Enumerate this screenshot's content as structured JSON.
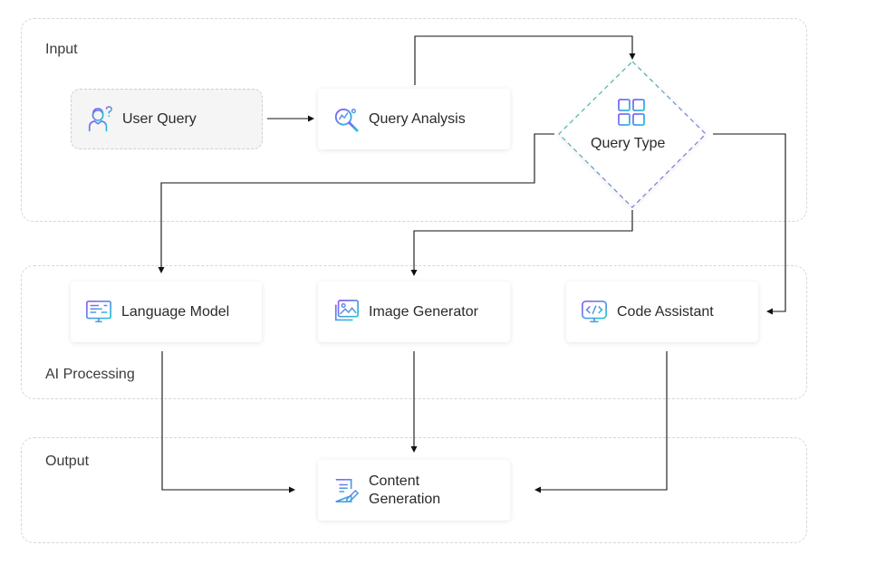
{
  "groups": {
    "input": "Input",
    "processing": "AI Processing",
    "output": "Output"
  },
  "nodes": {
    "user_query": "User Query",
    "query_analysis": "Query Analysis",
    "query_type": "Query Type",
    "language_model": "Language Model",
    "image_generator": "Image Generator",
    "code_assistant": "Code Assistant",
    "content_generation_line1": "Content",
    "content_generation_line2": "Generation"
  },
  "icons": {
    "user_query": "user-question-icon",
    "query_analysis": "magnifier-analysis-icon",
    "query_type": "grid-icon",
    "language_model": "monitor-text-icon",
    "image_generator": "image-stack-icon",
    "code_assistant": "code-monitor-icon",
    "content_generation": "document-pen-icon"
  },
  "colors": {
    "icon_gradient_start": "#8b5cf6",
    "icon_gradient_end": "#22c5d8",
    "connector": "#111111"
  }
}
